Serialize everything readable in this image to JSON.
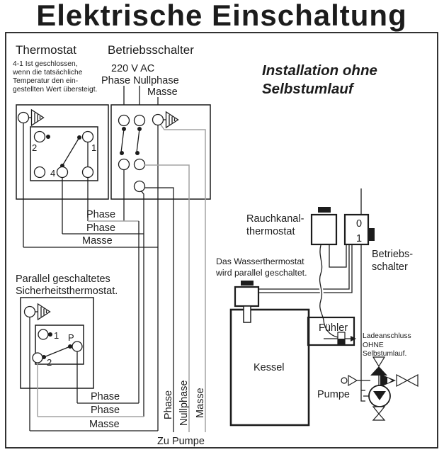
{
  "title": "Elektrische Einschaltung",
  "colors": {
    "ink": "#1c1c1c",
    "wire_gray": "#a3a3a3",
    "background": "#ffffff"
  },
  "left_diagram": {
    "thermostat_heading": "Thermostat",
    "thermostat_note": [
      "4-1 Ist geschlossen,",
      "wenn die tatsächliche",
      "Temperatur den ein-",
      "gestellten Wert übersteigt."
    ],
    "betriebsschalter_heading": "Betriebsschalter",
    "supply_voltage": "220 V AC",
    "supply_lines_label": "Phase Nullphase",
    "supply_masse_label": "Masse",
    "thermostat_terminals": {
      "t2": "2",
      "t1": "1",
      "t4": "4"
    },
    "wire_labels_top": [
      "Phase",
      "Phase",
      "Masse"
    ],
    "safety_heading": [
      "Parallel geschaltetes",
      "Sicherheitsthermostat."
    ],
    "safety_terminals": {
      "t1": "1",
      "tp": "P",
      "t2": "2"
    },
    "wire_labels_bottom": [
      "Phase",
      "Phase",
      "Masse"
    ],
    "bus_labels": [
      "Phase",
      "Nullphase",
      "Masse"
    ],
    "to_pump_label": "Zu Pumpe"
  },
  "right_diagram": {
    "heading": [
      "Installation ohne",
      "Selbstumlauf"
    ],
    "rauchkanal_label": [
      "Rauchkanal-",
      "thermostat"
    ],
    "wasserthermostat_note": [
      "Das Wasserthermostat",
      "wird parallel geschaltet."
    ],
    "switch_positions": {
      "off": "0",
      "on": "1"
    },
    "betriebsschalter_label": [
      "Betriebs-",
      "schalter"
    ],
    "kessel_label": "Kessel",
    "fuehler_label": "Fühler",
    "ladeanschluss_note": [
      "Ladeanschluss",
      "OHNE",
      "Selbstumlauf."
    ],
    "pumpe_label": "Pumpe"
  }
}
